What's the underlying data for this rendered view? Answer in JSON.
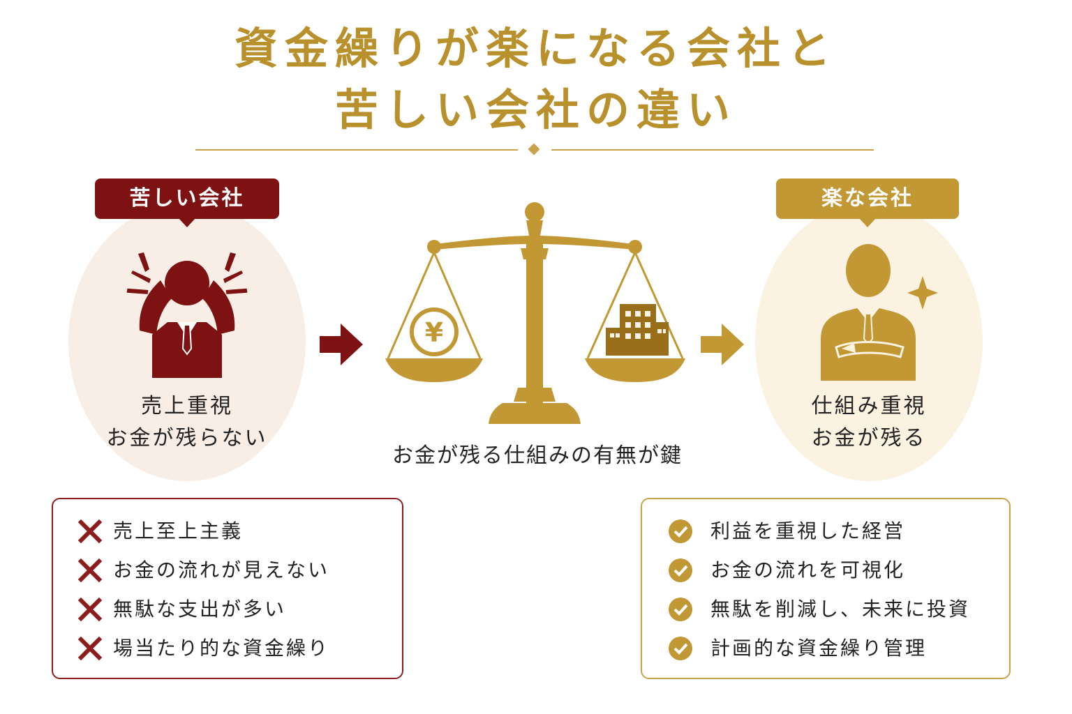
{
  "title": {
    "line1": "資金繰りが楽になる会社と",
    "line2": "苦しい会社の違い"
  },
  "left": {
    "badge": "苦しい会社",
    "line1": "売上重視",
    "line2": "お金が残らない",
    "icon": "stressed-businessman-icon",
    "items": [
      "売上至上主義",
      "お金の流れが見えない",
      "無駄な支出が多い",
      "場当たり的な資金繰り"
    ]
  },
  "center": {
    "caption": "お金が残る仕組みの有無が鍵",
    "yen_symbol": "¥",
    "icon": "balance-scale-icon"
  },
  "right": {
    "badge": "楽な会社",
    "line1": "仕組み重視",
    "line2": "お金が残る",
    "icon": "confident-businessman-icon",
    "items": [
      "利益を重視した経営",
      "お金の流れを可視化",
      "無駄を削減し、未来に投資",
      "計画的な資金繰り管理"
    ]
  },
  "colors": {
    "gold": "#c19834",
    "dark_red": "#7e1212",
    "left_oval": "#f8eee6",
    "right_oval": "#fbf2e1"
  }
}
